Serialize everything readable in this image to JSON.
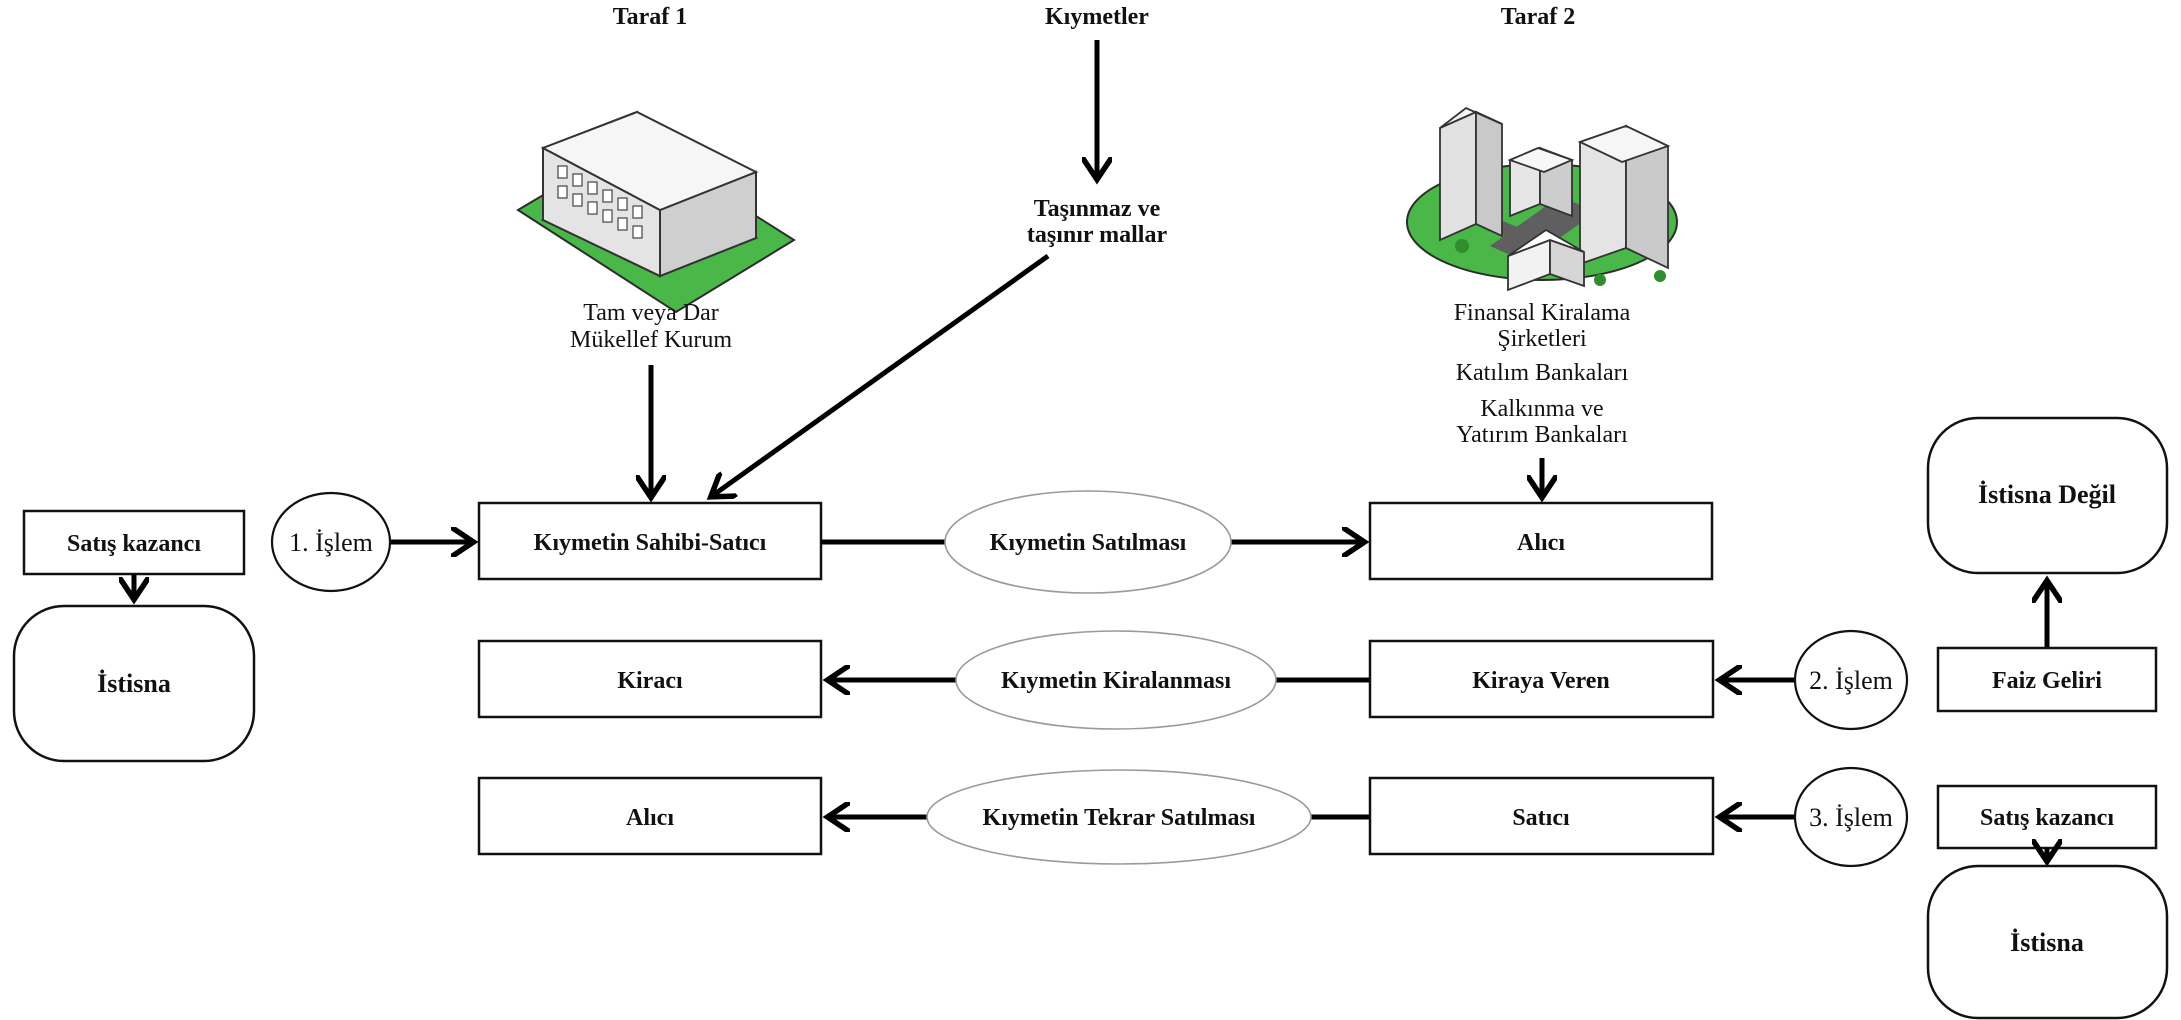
{
  "headers": {
    "party1": "Taraf 1",
    "assets": "Kıymetler",
    "party2": "Taraf 2"
  },
  "assets_label": {
    "line1": "Taşınmaz ve",
    "line2": "taşınır mallar"
  },
  "party1_label": {
    "line1": "Tam veya Dar",
    "line2": "Mükellef Kurum"
  },
  "party2_label": {
    "line1": "Finansal Kiralama",
    "line2": "Şirketleri",
    "line3": "Katılım Bankaları",
    "line4": "Kalkınma ve",
    "line5": "Yatırım Bankaları"
  },
  "row1": {
    "step": "1. İşlem",
    "left_box": "Kıymetin Sahibi-Satıcı",
    "oval": "Kıymetin Satılması",
    "right_box": "Alıcı"
  },
  "row2": {
    "left_box": "Kiracı",
    "oval": "Kıymetin Kiralanması",
    "right_box": "Kiraya Veren",
    "step": "2. İşlem"
  },
  "row3": {
    "left_box": "Alıcı",
    "oval": "Kıymetin Tekrar Satılması",
    "right_box": "Satıcı",
    "step": "3. İşlem"
  },
  "left_outcome": {
    "label": "Satış kazancı",
    "result": "İstisna"
  },
  "right_top_outcome": {
    "label": "Faiz Geliri",
    "result": "İstisna Değil"
  },
  "right_bottom_outcome": {
    "label": "Satış kazancı",
    "result": "İstisna"
  },
  "colors": {
    "grass": "#49b848",
    "building": "#e9e9e9",
    "line": "#000000",
    "oval_stroke": "#9a9a9a"
  },
  "icons": {
    "party1": "office-building-icon",
    "party2": "city-skyline-icon"
  }
}
